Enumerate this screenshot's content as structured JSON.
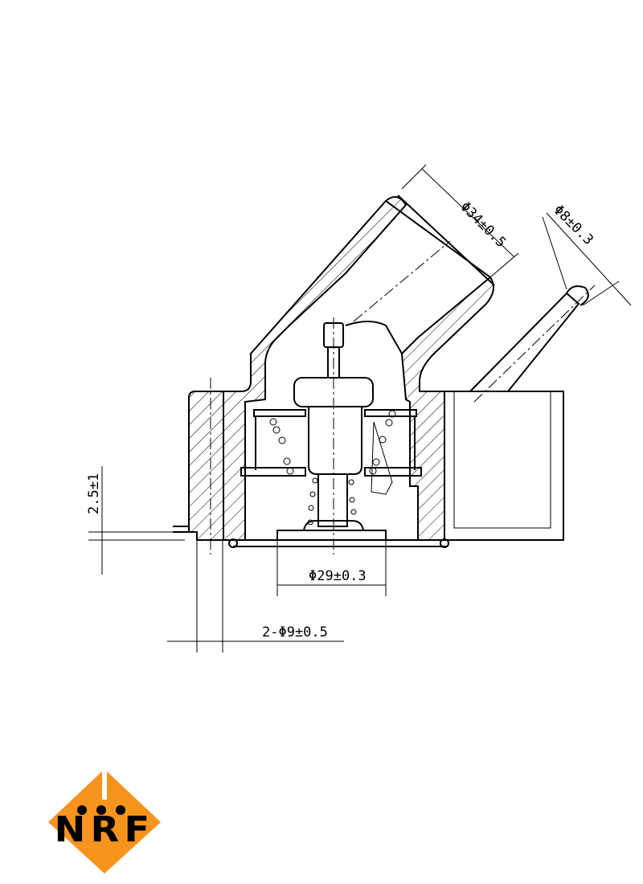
{
  "dimensions": {
    "inlet_diameter": "Φ34±0.5",
    "small_pipe_diameter": "Φ8±0.3",
    "offset": "2.5±1",
    "valve_diameter": "Φ29±0.3",
    "bolt_holes": "2-Φ9±0.5"
  },
  "logo": {
    "text": "NRF",
    "color": "#F7941D"
  }
}
